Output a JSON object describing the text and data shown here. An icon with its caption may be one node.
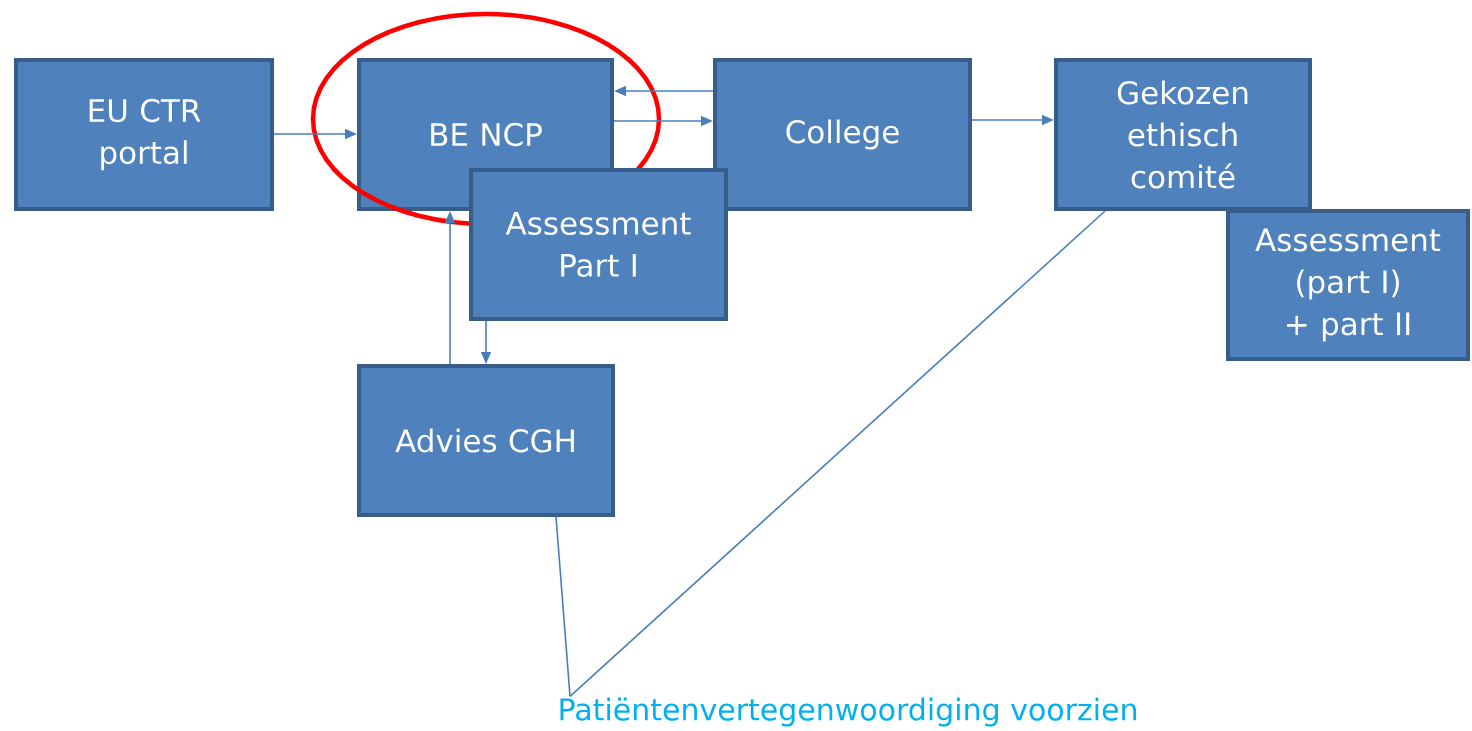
{
  "diagram": {
    "nodes": [
      {
        "text": [
          "EU CTR portal"
        ]
      },
      {
        "text": [
          "BE NCP"
        ]
      },
      {
        "text": [
          "College"
        ]
      },
      {
        "text": [
          "Gekozen ethisch comité"
        ]
      },
      {
        "text": [
          "Assessment Part I"
        ]
      },
      {
        "text": [
          "Assessment (part I) + part II"
        ]
      },
      {
        "text": [
          "Advies CGH"
        ]
      },
      {
        "text": [
          "Patiëntenvertegenwoordiging voorzien"
        ]
      }
    ],
    "edges": [
      {
        "from": 0,
        "to": 1,
        "arrow": "to"
      },
      {
        "from": 2,
        "to": 1,
        "arrow": "to"
      },
      {
        "from": 1,
        "to": 2,
        "arrow": "to"
      },
      {
        "from": 2,
        "to": 3,
        "arrow": "to"
      },
      {
        "from": 6,
        "to": 1,
        "arrow": "to"
      },
      {
        "from": 4,
        "to": 6,
        "arrow": "to"
      },
      {
        "from": 7,
        "to": 6,
        "arrow": "none"
      },
      {
        "from": 7,
        "to": 3,
        "arrow": "none"
      }
    ]
  }
}
